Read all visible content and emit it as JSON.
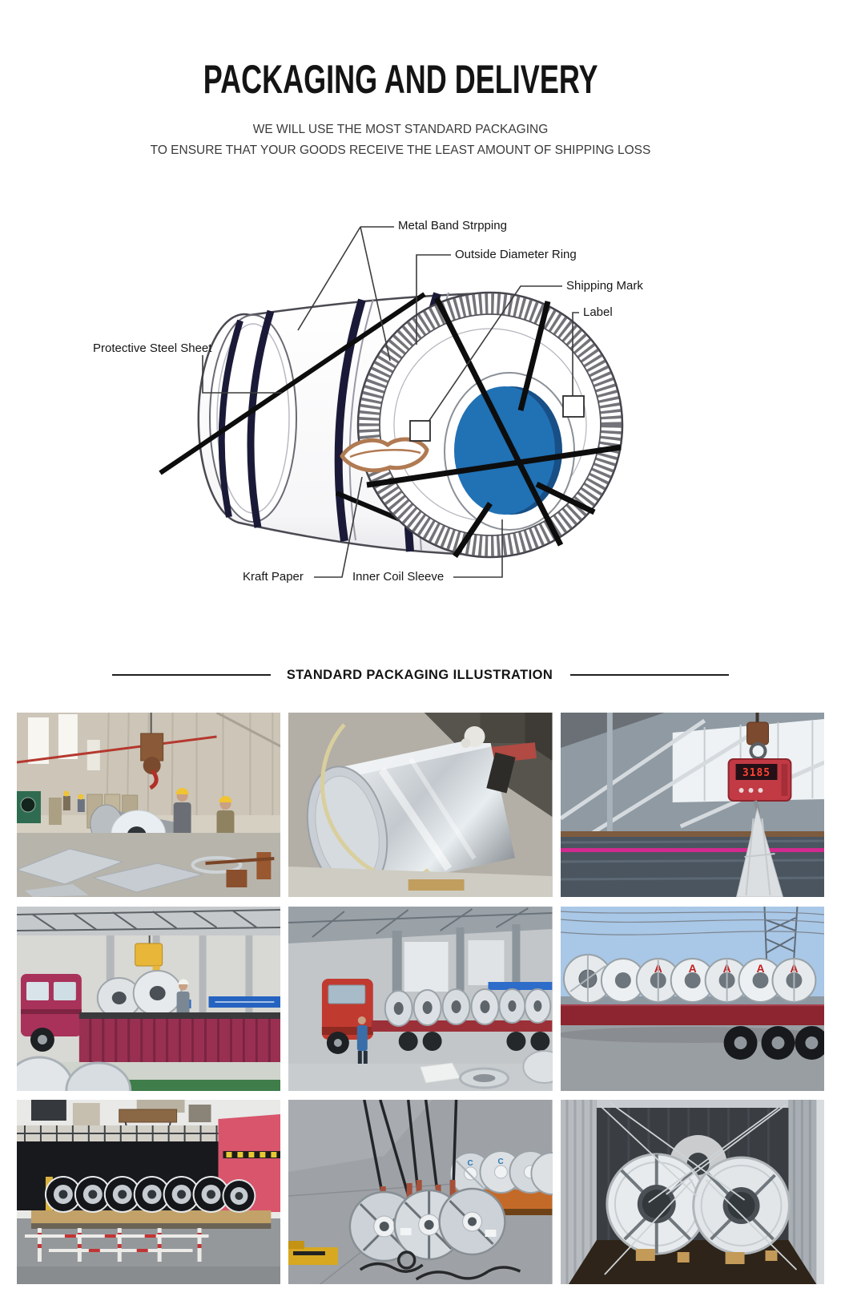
{
  "page": {
    "title": "PACKAGING AND DELIVERY",
    "subtitle_line1": "WE WILL USE THE MOST STANDARD PACKAGING",
    "subtitle_line2": "TO ENSURE THAT YOUR GOODS RECEIVE THE LEAST AMOUNT OF SHIPPING LOSS"
  },
  "diagram": {
    "labels": {
      "metal_band": "Metal Band Strpping",
      "outside_ring": "Outside Diameter Ring",
      "shipping_mark": "Shipping Mark",
      "label_tag": "Label",
      "protective_sheet": "Protective Steel Sheet",
      "kraft_paper": "Kraft Paper",
      "inner_sleeve": "Inner Coil Sleeve"
    },
    "colors": {
      "core_blue": "#2171b5",
      "strap_navy": "#1a1a38",
      "lips_brown": "#b07a52"
    }
  },
  "section": {
    "heading": "STANDARD PACKAGING ILLUSTRATION"
  },
  "gallery": {
    "scale_reading": "3185",
    "coil_letter_a": "A",
    "coil_letter_c": "C",
    "photos": [
      {
        "id": "factory-coil-handling"
      },
      {
        "id": "coil-packaging-closeup"
      },
      {
        "id": "crane-scale-weighing"
      },
      {
        "id": "warehouse-truck-loading"
      },
      {
        "id": "truck-coil-transport"
      },
      {
        "id": "flatbed-marked-coils"
      },
      {
        "id": "port-coils-shipment"
      },
      {
        "id": "sling-lifting-coils"
      },
      {
        "id": "container-lashed-coils"
      }
    ]
  }
}
